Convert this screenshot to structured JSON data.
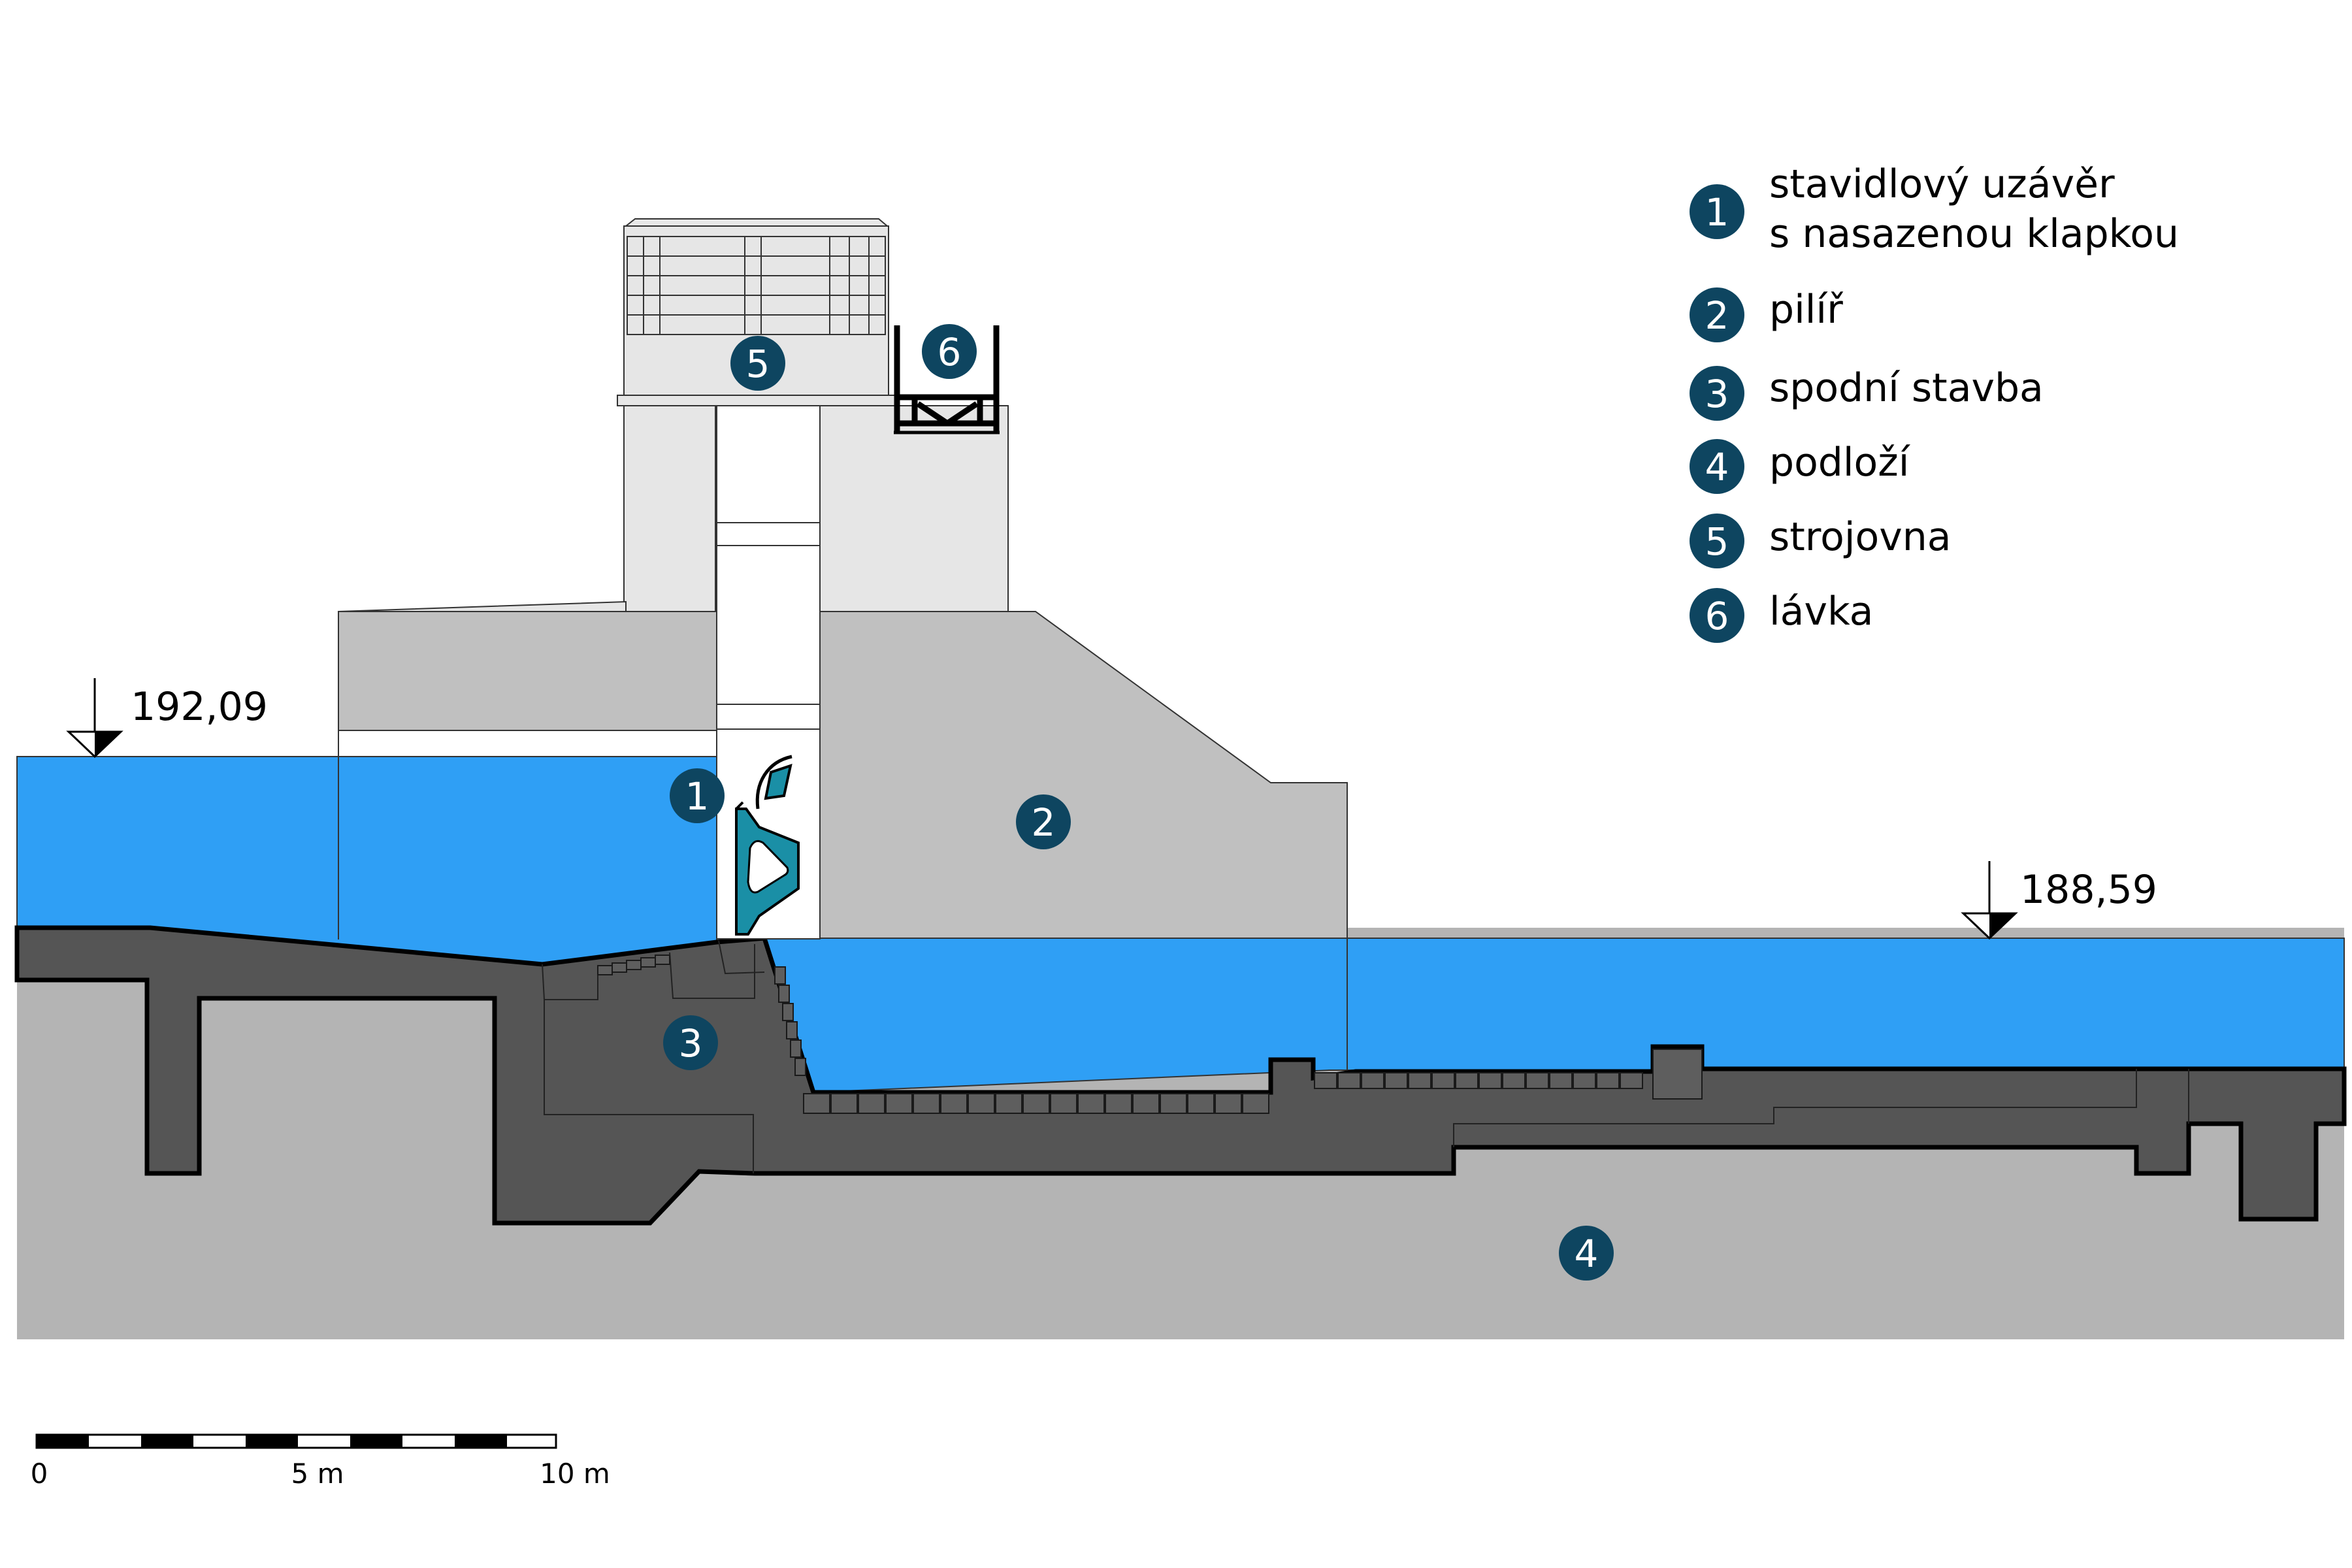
{
  "levels": {
    "upstream": "192,09",
    "downstream": "188,59"
  },
  "markers": {
    "gate": "1",
    "pier": "2",
    "substructure": "3",
    "subsoil": "4",
    "machine_room": "5",
    "footbridge": "6"
  },
  "legend": [
    {
      "num": "1",
      "line1": "stavidlový uzávěr",
      "line2": "s nasazenou klapkou"
    },
    {
      "num": "2",
      "line1": "pilíř"
    },
    {
      "num": "3",
      "line1": "spodní stavba"
    },
    {
      "num": "4",
      "line1": "podloží"
    },
    {
      "num": "5",
      "line1": "strojovna"
    },
    {
      "num": "6",
      "line1": "lávka"
    }
  ],
  "scale": {
    "labels": [
      "0",
      "5 m",
      "10 m"
    ]
  },
  "colors": {
    "water": "#2f9ff5",
    "subsoil": "#b4b4b4",
    "pier": "#c0c0c0",
    "tower": "#e4e4e4",
    "concrete": "#555555",
    "marker": "#0e4560",
    "gate": "#1a8fa6"
  }
}
